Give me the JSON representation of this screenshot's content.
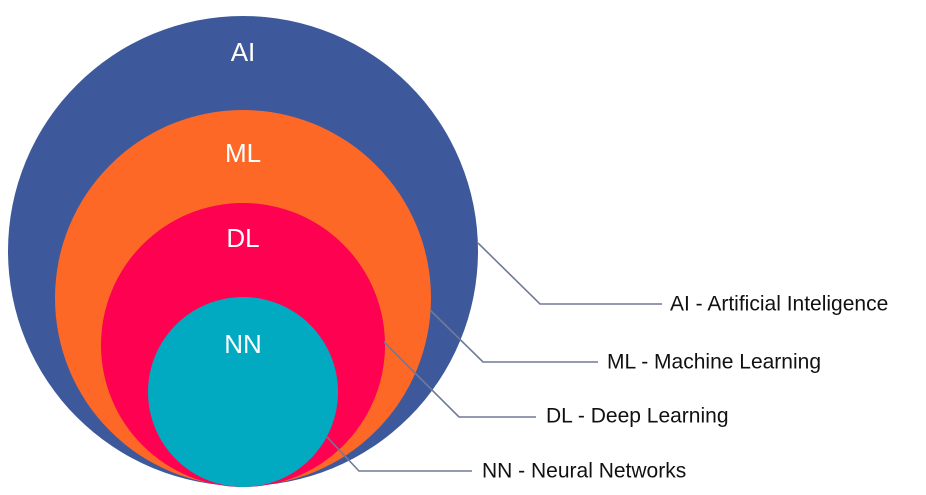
{
  "diagram": {
    "type": "nested-circles",
    "title": "",
    "layers": [
      {
        "id": "ai",
        "abbr": "AI",
        "full_label": "AI - Artificial Inteligence",
        "color": "#3e599b"
      },
      {
        "id": "ml",
        "abbr": "ML",
        "full_label": "ML - Machine Learning",
        "color": "#fd6827"
      },
      {
        "id": "dl",
        "abbr": "DL",
        "full_label": "DL - Deep Learning",
        "color": "#fe0150"
      },
      {
        "id": "nn",
        "abbr": "NN",
        "full_label": "NN - Neural Networks",
        "color": "#02aac1"
      }
    ],
    "leader_color": "#6f7a96",
    "label_color": "#111111",
    "inner_text_color": "#ffffff"
  }
}
